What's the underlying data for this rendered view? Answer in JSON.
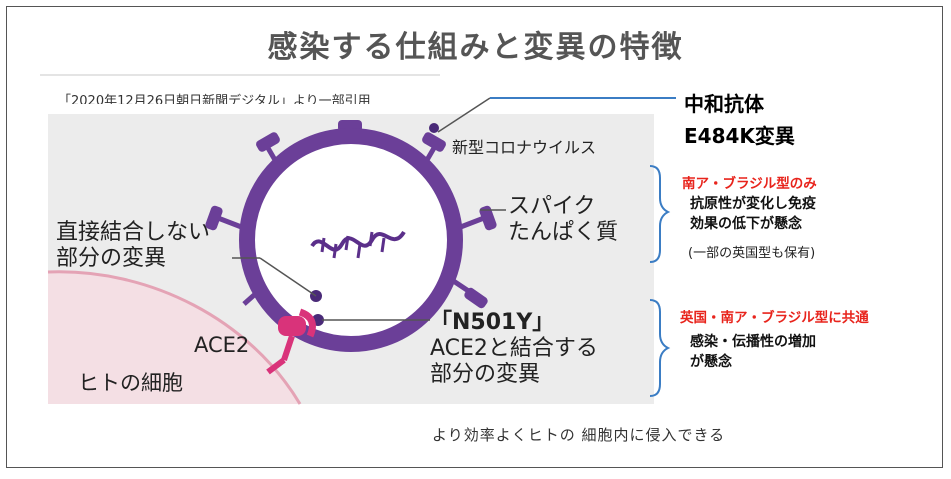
{
  "title": "感染する仕組みと変異の特徴",
  "citation": "「2020年12月26日朝日新聞デジタル」より一部引用",
  "labels": {
    "virus": "新型コロナウイルス",
    "spike_line1": "スパイク",
    "spike_line2": "たんぱく質",
    "direct_line1": "直接結合しない",
    "direct_line2": "部分の変異",
    "n501y_line1": "「N501Y」",
    "n501y_line2": "ACE2と結合する",
    "n501y_line3": "部分の変異",
    "ace2": "ACE2",
    "cell": "ヒトの細胞"
  },
  "right_panel": {
    "antibody": "中和抗体",
    "e484k": "E484K変異",
    "group1": {
      "heading": "南ア・ブラジル型のみ",
      "line1": "抗原性が変化し免疫",
      "line2": "効果の低下が懸念",
      "note": "(一部の英国型も保有)"
    },
    "group2": {
      "heading": "英国・南ア・ブラジル型に共通",
      "line1": "感染・伝播性の増加",
      "line2": "が懸念"
    }
  },
  "footer": "より効率よくヒトの 細胞内に侵入できる",
  "colors": {
    "virus_purple": "#6b3f98",
    "virus_fill": "#ffffff",
    "rna": "#5b2f8a",
    "cell_fill": "#f4dfe4",
    "cell_edge": "#e4a3b5",
    "ace2": "#d9337a",
    "illus_bg": "#ececec",
    "bracket_blue": "#3b7dc4",
    "accent_red": "#e8241c"
  }
}
